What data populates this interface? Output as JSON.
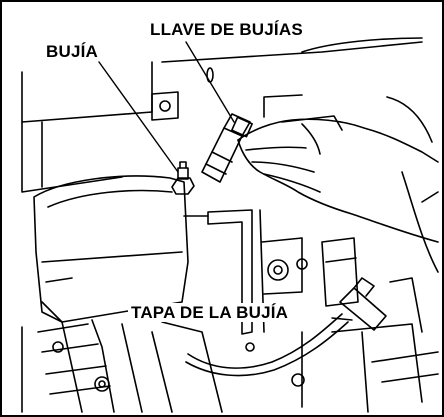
{
  "figure": {
    "background": "#ffffff",
    "line_color": "#000000",
    "labels": {
      "spark_plug": "BUJÍA",
      "spark_plug_wrench": "LLAVE DE BUJÍAS",
      "spark_plug_cap": "TAPA DE LA BUJÍA"
    }
  }
}
